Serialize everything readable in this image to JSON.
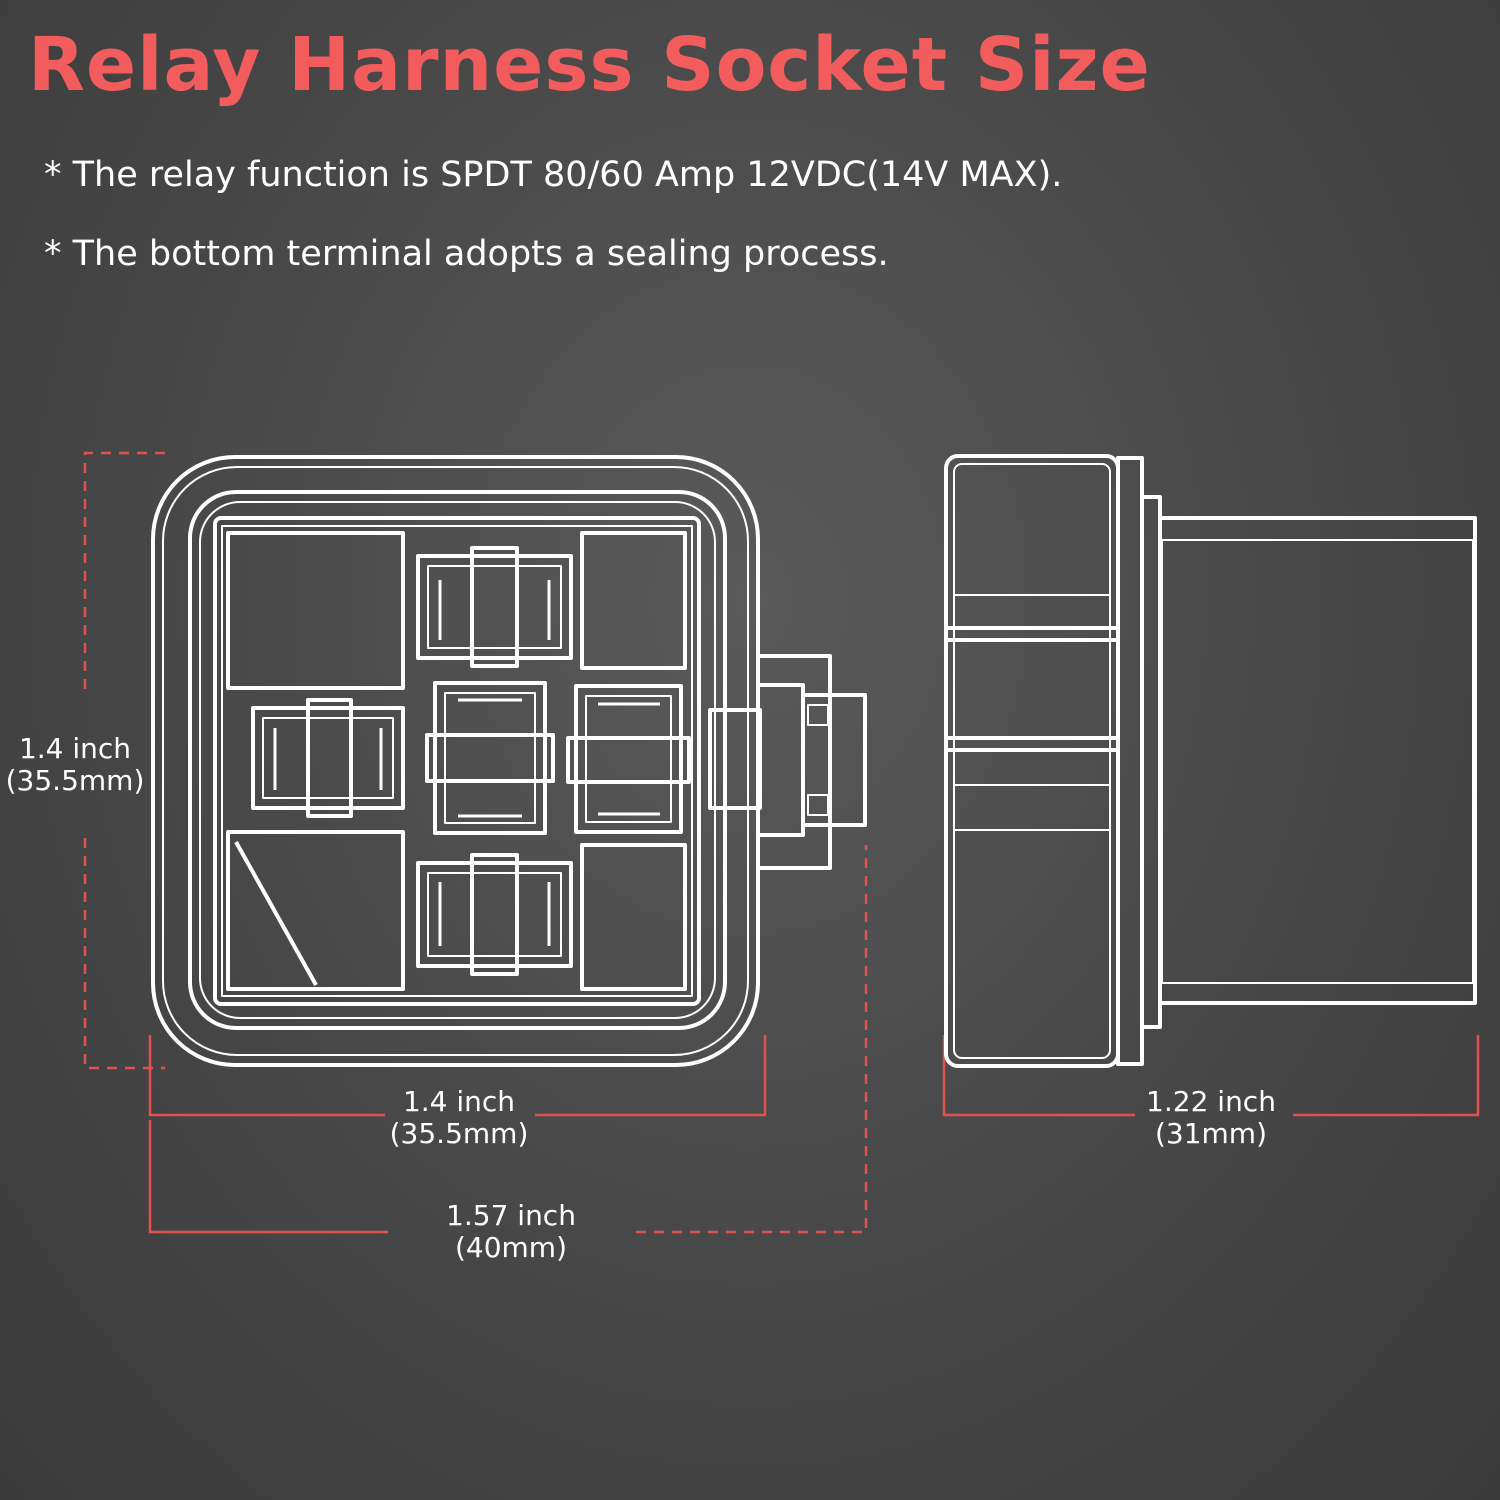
{
  "title": "Relay Harness Socket Size",
  "bullets": [
    "* The relay function is SPDT 80/60 Amp 12VDC(14V MAX).",
    "* The bottom terminal adopts a sealing process."
  ],
  "dimensions": {
    "height": {
      "inch": "1.4 inch",
      "mm": "(35.5mm)"
    },
    "width": {
      "inch": "1.4 inch",
      "mm": "(35.5mm)"
    },
    "overall_width": {
      "inch": "1.57 inch",
      "mm": "(40mm)"
    },
    "depth": {
      "inch": "1.22 inch",
      "mm": "(31mm)"
    }
  },
  "colors": {
    "accent": "#f25c5c",
    "line": "#ffffff",
    "background": "#4a4a4a",
    "dimension_line": "#e05252"
  }
}
